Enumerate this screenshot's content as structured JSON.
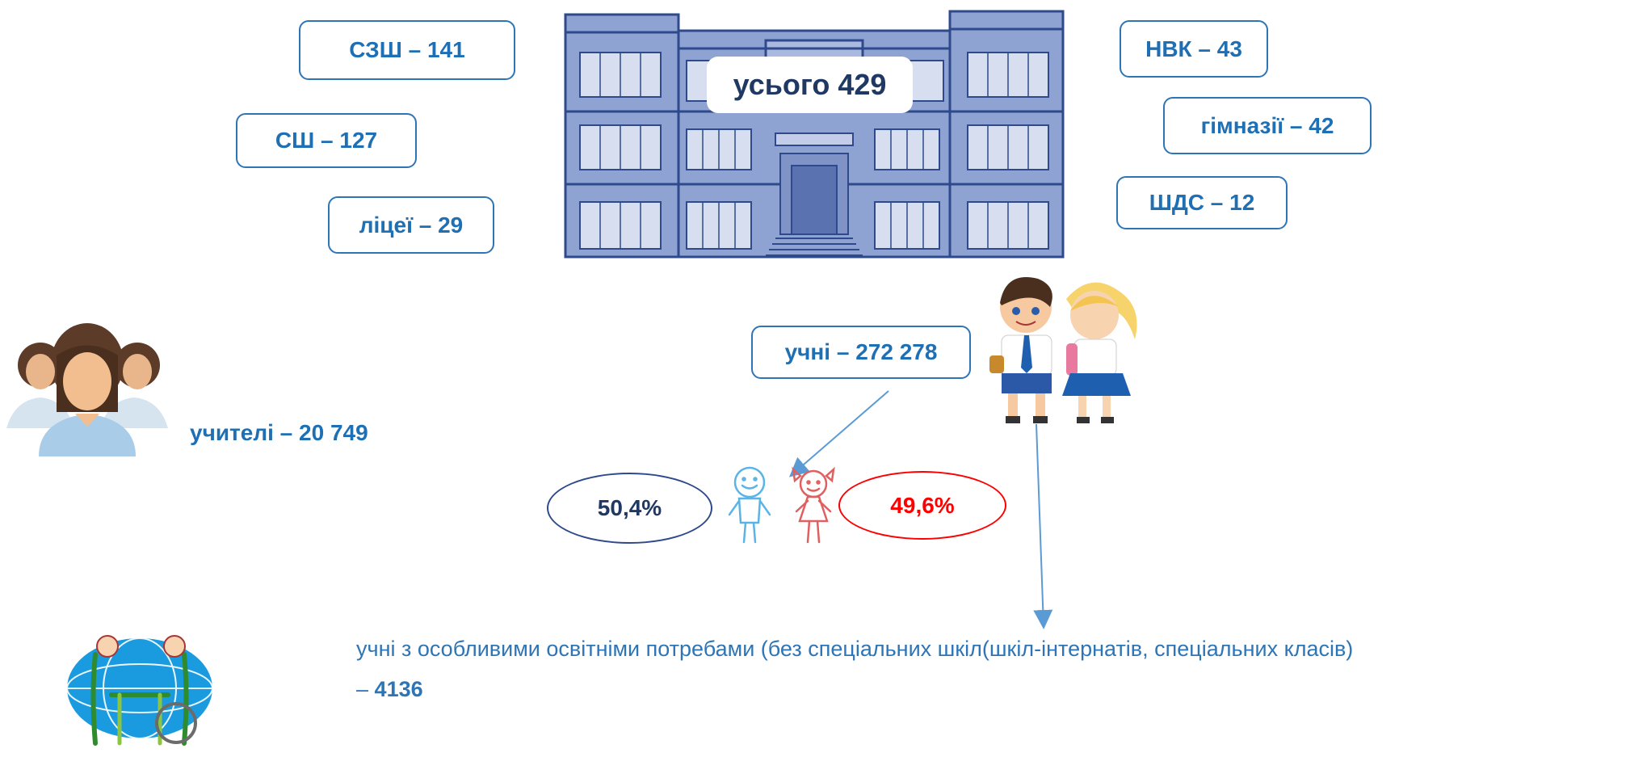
{
  "schools": {
    "total_label": "усього 429",
    "left": [
      {
        "label": "СЗШ – 141"
      },
      {
        "label": "СШ – 127"
      },
      {
        "label": "ліцеї – 29"
      }
    ],
    "right": [
      {
        "label": "НВК – 43"
      },
      {
        "label": "гімназії – 42"
      },
      {
        "label": "ШДС – 12"
      }
    ]
  },
  "students": {
    "label": "учні – 272 278",
    "boys_percent": "50,4%",
    "girls_percent": "49,6%"
  },
  "teachers": {
    "label": "учителі – 20 749"
  },
  "special_needs": {
    "text": "учні з особливими освітніми потребами (без спеціальних шкіл(шкіл-інтернатів, спеціальних класів)",
    "dash": "–",
    "value": "4136"
  },
  "colors": {
    "accent": "#1e6fb3",
    "border": "#2e75b6",
    "building": "#8fa3d2",
    "building_stroke": "#2e4a8c",
    "boys": "#1f3864",
    "girls": "#ff0000"
  },
  "icons": [
    "school-building-icon",
    "teachers-group-icon",
    "schoolchildren-icon",
    "boy-stick-figure-icon",
    "girl-stick-figure-icon",
    "inclusive-education-icon"
  ]
}
